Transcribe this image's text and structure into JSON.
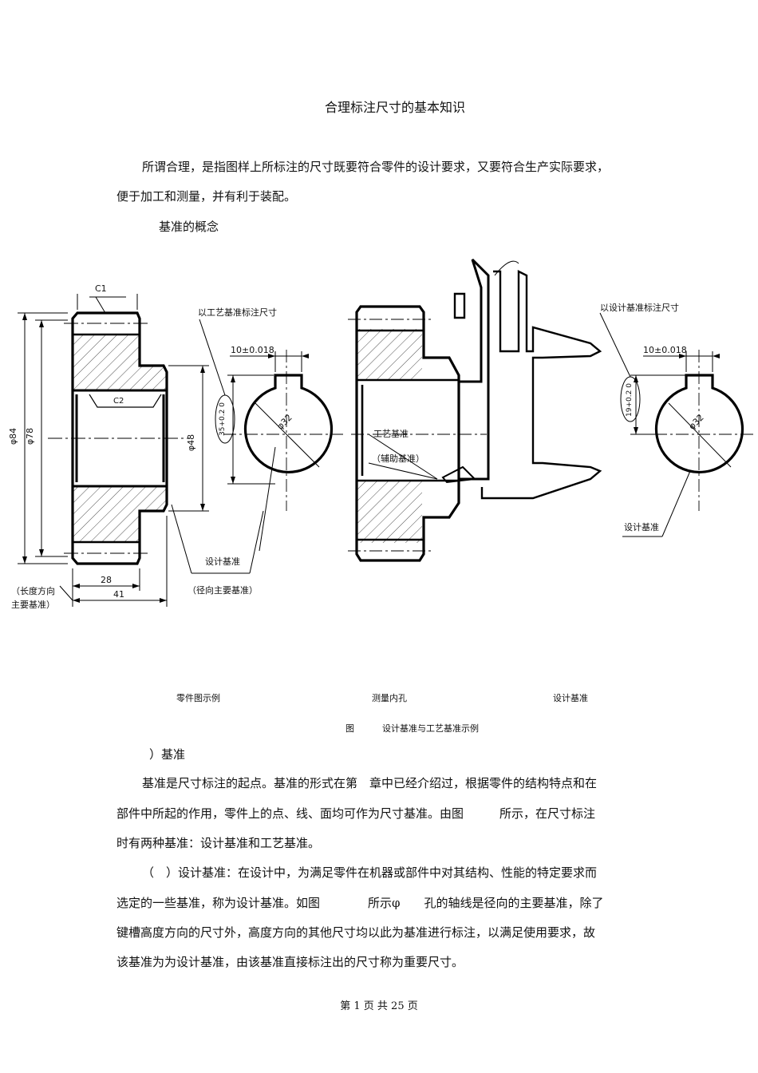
{
  "doc": {
    "title": "合理标注尺寸的基本知识",
    "intro_line1": "所谓合理，是指图样上所标注的尺寸既要符合零件的设计要求，又要符合生产实际要求，",
    "intro_line2": "便于加工和测量，并有利于装配。",
    "section_heading": "基准的概念"
  },
  "figure": {
    "dims": {
      "c1": "C1",
      "c2": "C2",
      "phi84": "φ84",
      "phi78": "φ78",
      "phi48": "φ48",
      "phi32a": "φ32",
      "phi32b": "φ32",
      "w28": "28",
      "w41": "41",
      "k1": "10±0.018",
      "k2": "10±0.018",
      "h1": "35+0.2 0",
      "h2": "19+0.2 0"
    },
    "labels": {
      "process_dim": "以工艺基准标注尺寸",
      "design_dim": "以设计基准标注尺寸",
      "design_datum_left": "设计基准",
      "radial_main": "（径向主要基准）",
      "length_main_1": "（长度方向",
      "length_main_2": "主要基准）",
      "process_datum": "工艺基准",
      "aux_datum": "（辅助基准）",
      "design_datum_right": "设计基准"
    },
    "captions": {
      "part_example": "零件图示例",
      "measure_hole": "测量内孔",
      "design_datum": "设计基准"
    },
    "fig_caption_label": "图",
    "fig_caption_text": "设计基准与工艺基准示例"
  },
  "section": {
    "subheading": "）基准",
    "p1_l1": "基准是尺寸标注的起点。基准的形式在第　章中已经介绍过，根据零件的结构特点和在",
    "p1_l2": "部件中所起的作用，零件上的点、线、面均可作为尺寸基准。由图　　　所示，在尺寸标注",
    "p1_l3": "时有两种基准：设计基准和工艺基准。",
    "p2_l1": "（　）设计基准：在设计中，为满足零件在机器或部件中对其结构、性能的特定要求而",
    "p2_l2": "选定的一些基准，称为设计基准。如图　　　　所示φ　　孔的轴线是径向的主要基准，除了",
    "p2_l3": "键槽高度方向的尺寸外，高度方向的其他尺寸均以此为基准进行标注，以满足使用要求，故",
    "p2_l4": "该基准为为设计基准，由该基准直接标注出的尺寸称为重要尺寸。"
  },
  "footer": {
    "page_text": "第 1 页 共 25 页"
  }
}
